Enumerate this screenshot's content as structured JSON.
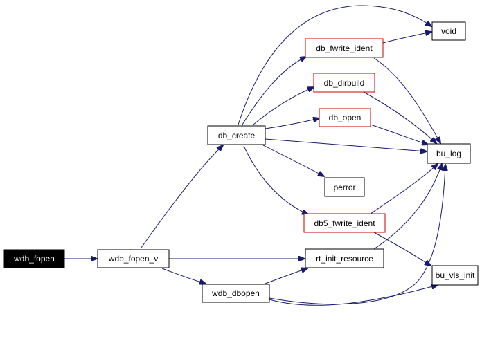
{
  "graph": {
    "nodes": {
      "wdb_fopen": "wdb_fopen",
      "wdb_fopen_v": "wdb_fopen_v",
      "db_create": "db_create",
      "wdb_dbopen": "wdb_dbopen",
      "db_fwrite_ident": "db_fwrite_ident",
      "db_dirbuild": "db_dirbuild",
      "db_open": "db_open",
      "perror": "perror",
      "db5_fwrite_ident": "db5_fwrite_ident",
      "rt_init_resource": "rt_init_resource",
      "void": "void",
      "bu_log": "bu_log",
      "bu_vls_init": "bu_vls_init"
    },
    "colors": {
      "edge": "#191970",
      "highlight_border": "#cc0000",
      "plain_border": "#000000",
      "root_fill": "#000000",
      "root_text": "#ffffff"
    }
  }
}
